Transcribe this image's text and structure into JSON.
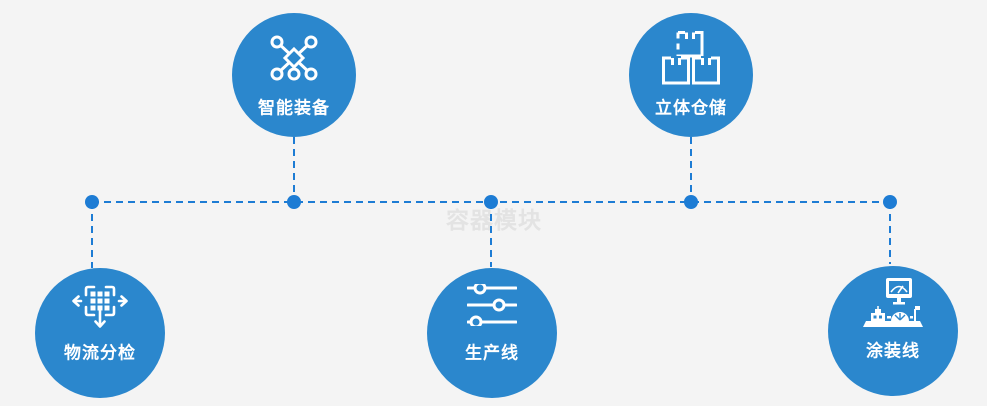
{
  "app": {
    "type": "process-diagram"
  },
  "colors": {
    "bg": "#f4f4f4",
    "circle": "#2b87cd",
    "connector": "#1d7cd4",
    "icon": "#ffffff",
    "watermark": "#e3e3e3"
  },
  "watermark": {
    "text": "容器模块"
  },
  "nodes": [
    {
      "id": "smart-equipment",
      "label": "智能装备",
      "icon": "network-nodes-icon",
      "row": "top"
    },
    {
      "id": "warehouse",
      "label": "立体仓储",
      "icon": "stacked-boxes-icon",
      "row": "top"
    },
    {
      "id": "logistics",
      "label": "物流分检",
      "icon": "move-sort-icon",
      "row": "bottom"
    },
    {
      "id": "production",
      "label": "生产线",
      "icon": "sliders-icon",
      "row": "bottom"
    },
    {
      "id": "painting",
      "label": "涂装线",
      "icon": "machine-monitor-icon",
      "row": "bottom"
    }
  ]
}
